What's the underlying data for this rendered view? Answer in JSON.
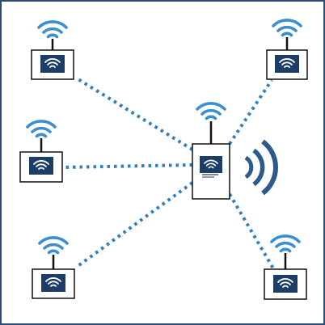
{
  "colors": {
    "frame": "#2e4b73",
    "dotted_link": "#2f7fbf",
    "wifi_arc": "#3a8fd0",
    "device_screen": "#1c3d66",
    "device_border": "#111111",
    "radio_waves": "#2e5a8a"
  },
  "diagram": {
    "hub": {
      "name": "central-access-point",
      "icons": [
        "wifi-icon",
        "antenna-icon",
        "screen-wifi-icon",
        "radio-waves-icon"
      ]
    },
    "nodes": [
      {
        "id": "node-top-left",
        "icons": [
          "wifi-icon",
          "antenna-icon",
          "screen-wifi-icon"
        ]
      },
      {
        "id": "node-middle-left",
        "icons": [
          "wifi-icon",
          "antenna-icon",
          "screen-wifi-icon"
        ]
      },
      {
        "id": "node-bottom-left",
        "icons": [
          "wifi-icon",
          "antenna-icon",
          "screen-wifi-icon"
        ]
      },
      {
        "id": "node-top-right",
        "icons": [
          "wifi-icon",
          "antenna-icon",
          "screen-wifi-icon"
        ]
      },
      {
        "id": "node-bottom-right",
        "icons": [
          "wifi-icon",
          "antenna-icon",
          "screen-wifi-icon"
        ]
      }
    ],
    "links": [
      {
        "from": "central-access-point",
        "to": "node-top-left"
      },
      {
        "from": "central-access-point",
        "to": "node-middle-left"
      },
      {
        "from": "central-access-point",
        "to": "node-bottom-left"
      },
      {
        "from": "central-access-point",
        "to": "node-top-right"
      },
      {
        "from": "central-access-point",
        "to": "node-bottom-right"
      }
    ]
  }
}
